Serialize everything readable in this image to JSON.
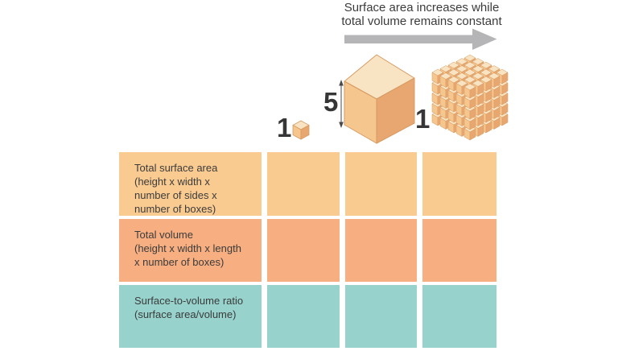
{
  "caption": {
    "text": "Surface area increases while\ntotal volume remains constant"
  },
  "arrow": {
    "name": "right-arrow",
    "color": "#B5B5B8"
  },
  "cubes": [
    {
      "id": "small-cube",
      "dimension_label": "1"
    },
    {
      "id": "large-cube",
      "dimension_label": "5"
    },
    {
      "id": "cube-cluster",
      "dimension_label": "1",
      "grid": "5x5x5"
    }
  ],
  "table": {
    "row_labels": [
      "Total surface area\n(height x width x\nnumber of sides x\nnumber of boxes)",
      "Total volume\n(height x width x length\nx number of boxes)",
      "Surface-to-volume ratio\n(surface area/volume)"
    ],
    "row_colors": [
      "#FACB91",
      "#F7AF81",
      "#97D3CC"
    ],
    "answer_columns": 3,
    "cell_values": [
      [
        "",
        "",
        ""
      ],
      [
        "",
        "",
        ""
      ],
      [
        "",
        "",
        ""
      ]
    ]
  },
  "colors": {
    "cube_top": "#F8E3C2",
    "cube_left": "#F5C68E",
    "cube_right": "#E8A770",
    "cube_stroke": "#D79A62",
    "measure_line": "#4A4A4A",
    "arrow": "#B5B5B8",
    "text": "#3B3B3B"
  }
}
